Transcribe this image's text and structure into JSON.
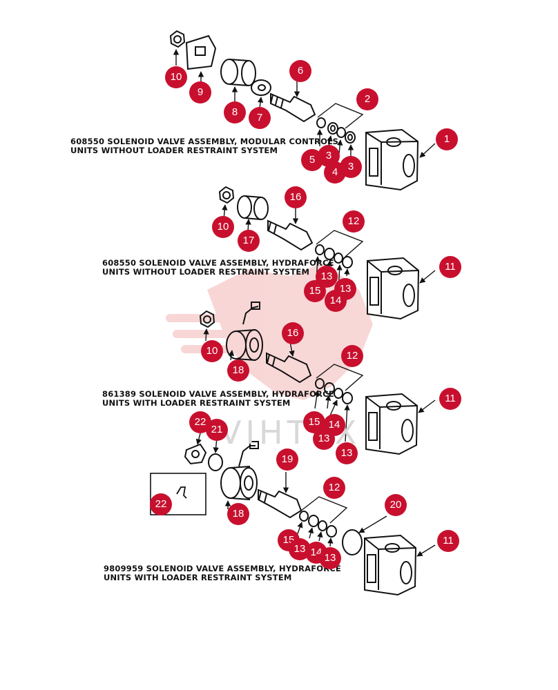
{
  "watermark": "VIHTEX",
  "assemblies": [
    {
      "line1": "608550 SOLENOID VALVE ASSEMBLY, MODULAR CONTROLS",
      "line2": "UNITS WITHOUT LOADER RESTRAINT SYSTEM"
    },
    {
      "line1": "608550 SOLENOID VALVE ASSEMBLY, HYDRAFORCE",
      "line2": "UNITS WITHOUT LOADER RESTRAINT SYSTEM"
    },
    {
      "line1": "861389 SOLENOID VALVE ASSEMBLY, HYDRAFORCE",
      "line2": "UNITS WITH LOADER RESTRAINT SYSTEM"
    },
    {
      "line1": "9809959 SOLENOID VALVE ASSEMBLY, HYDRAFORCE",
      "line2": "UNITS WITH LOADER RESTRAINT SYSTEM"
    }
  ],
  "callouts": [
    {
      "id": "c1",
      "label": "10"
    },
    {
      "id": "c2",
      "label": "9"
    },
    {
      "id": "c3",
      "label": "8"
    },
    {
      "id": "c4",
      "label": "7"
    },
    {
      "id": "c5",
      "label": "6"
    },
    {
      "id": "c6",
      "label": "2"
    },
    {
      "id": "c7",
      "label": "1"
    },
    {
      "id": "c8",
      "label": "5"
    },
    {
      "id": "c9",
      "label": "3"
    },
    {
      "id": "c10",
      "label": "4"
    },
    {
      "id": "c11",
      "label": "3"
    },
    {
      "id": "c12",
      "label": "10"
    },
    {
      "id": "c13",
      "label": "17"
    },
    {
      "id": "c14",
      "label": "16"
    },
    {
      "id": "c15",
      "label": "12"
    },
    {
      "id": "c16",
      "label": "11"
    },
    {
      "id": "c17",
      "label": "13"
    },
    {
      "id": "c18",
      "label": "15"
    },
    {
      "id": "c19",
      "label": "13"
    },
    {
      "id": "c20",
      "label": "14"
    },
    {
      "id": "c21",
      "label": "10"
    },
    {
      "id": "c22",
      "label": "18"
    },
    {
      "id": "c23",
      "label": "16"
    },
    {
      "id": "c24",
      "label": "12"
    },
    {
      "id": "c25",
      "label": "11"
    },
    {
      "id": "c26",
      "label": "15"
    },
    {
      "id": "c27",
      "label": "14"
    },
    {
      "id": "c28",
      "label": "13"
    },
    {
      "id": "c29",
      "label": "13"
    },
    {
      "id": "c30",
      "label": "22"
    },
    {
      "id": "c31",
      "label": "21"
    },
    {
      "id": "c32",
      "label": "19"
    },
    {
      "id": "c33",
      "label": "22"
    },
    {
      "id": "c34",
      "label": "18"
    },
    {
      "id": "c35",
      "label": "12"
    },
    {
      "id": "c36",
      "label": "20"
    },
    {
      "id": "c37",
      "label": "11"
    },
    {
      "id": "c38",
      "label": "15"
    },
    {
      "id": "c39",
      "label": "13"
    },
    {
      "id": "c40",
      "label": "14"
    },
    {
      "id": "c41",
      "label": "13"
    }
  ]
}
